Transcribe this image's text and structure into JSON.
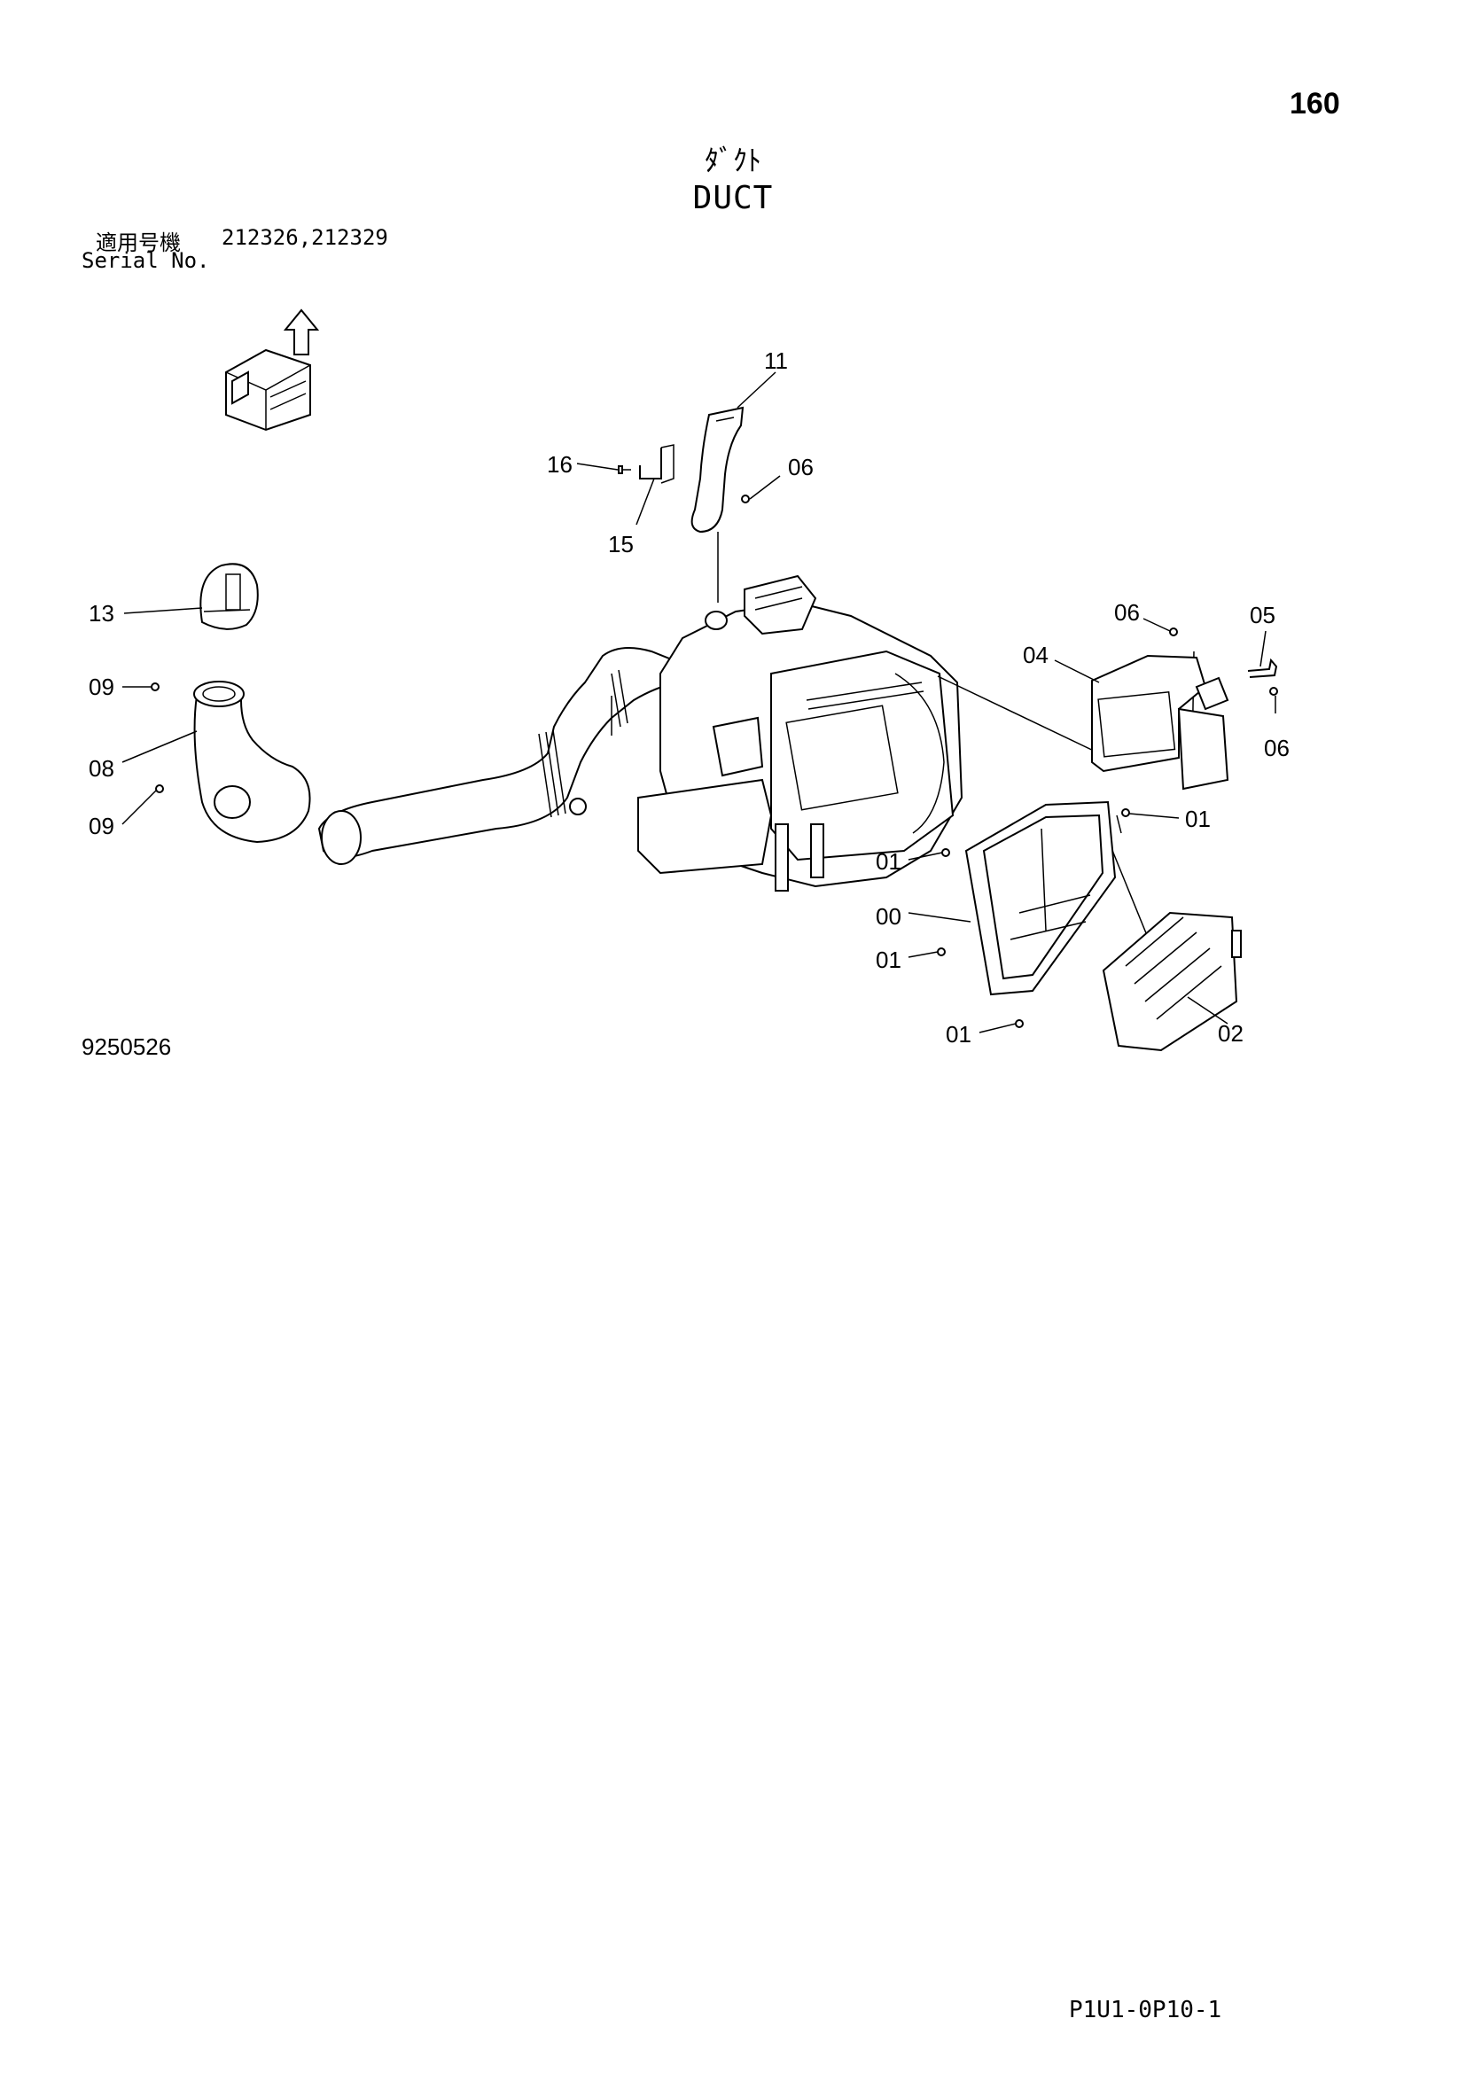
{
  "page_number": "160",
  "title_jp": "ﾀﾞｸﾄ",
  "title_en": "DUCT",
  "serial_label_jp": "適用号機",
  "serial_label_en": "Serial No.",
  "serial_numbers": "212326,212329",
  "figure_number": "9250526",
  "page_code": "P1U1-0P10-1",
  "callouts": [
    "11",
    "16",
    "06",
    "15",
    "13",
    "09",
    "08",
    "09",
    "06",
    "05",
    "04",
    "06",
    "01",
    "01",
    "00",
    "01",
    "01",
    "02"
  ]
}
